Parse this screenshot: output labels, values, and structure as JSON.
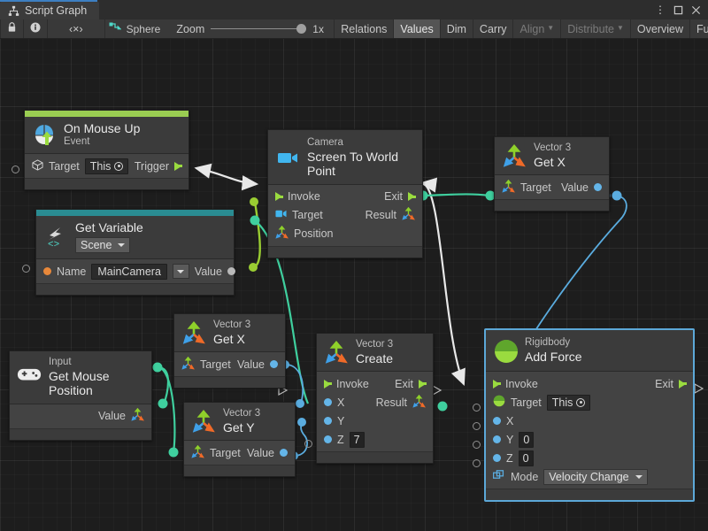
{
  "window": {
    "tab_label": "Script Graph",
    "tab_icon": "script-graph-icon",
    "menu_icon": "kebab-menu-icon",
    "maximize_icon": "maximize-icon",
    "close_icon": "close-icon",
    "accent_color": "#3d7fc1"
  },
  "toolbar": {
    "lock_icon": "lock-icon",
    "info_icon": "info-icon",
    "code_label": "‹×›",
    "object_icon": "graph-object-icon",
    "object_label": "Sphere",
    "zoom_label": "Zoom",
    "zoom_value": "1x",
    "buttons": [
      {
        "label": "Relations",
        "active": false,
        "disabled": false,
        "dropdown": false
      },
      {
        "label": "Values",
        "active": true,
        "disabled": false,
        "dropdown": false
      },
      {
        "label": "Dim",
        "active": false,
        "disabled": false,
        "dropdown": false
      },
      {
        "label": "Carry",
        "active": false,
        "disabled": false,
        "dropdown": false
      },
      {
        "label": "Align",
        "active": false,
        "disabled": true,
        "dropdown": true
      },
      {
        "label": "Distribute",
        "active": false,
        "disabled": true,
        "dropdown": true
      },
      {
        "label": "Overview",
        "active": false,
        "disabled": false,
        "dropdown": false
      },
      {
        "label": "Full Screen",
        "active": false,
        "disabled": false,
        "dropdown": false
      }
    ]
  },
  "nodes": {
    "on_mouse_up": {
      "subtitle": "On Mouse Up",
      "title": "Event",
      "accent": "#9acd52",
      "icon": "mouse-up-event-icon",
      "target_label": "Target",
      "target_value": "This",
      "trigger_label": "Trigger"
    },
    "get_variable": {
      "subtitle": "Get Variable",
      "scope": "Scene",
      "accent": "#2a8c92",
      "icon": "variable-icon",
      "name_label": "Name",
      "name_value": "MainCamera",
      "value_label": "Value"
    },
    "screen_to_world": {
      "subtitle": "Camera",
      "title": "Screen To World Point",
      "icon": "camera-icon",
      "invoke_label": "Invoke",
      "exit_label": "Exit",
      "target_label": "Target",
      "result_label": "Result",
      "position_label": "Position"
    },
    "vector3_getx_right": {
      "subtitle": "Vector 3",
      "title": "Get X",
      "icon": "vector3-icon",
      "target_label": "Target",
      "value_label": "Value"
    },
    "vector3_getx_left": {
      "subtitle": "Vector 3",
      "title": "Get X",
      "icon": "vector3-icon",
      "target_label": "Target",
      "value_label": "Value"
    },
    "vector3_gety_left": {
      "subtitle": "Vector 3",
      "title": "Get Y",
      "icon": "vector3-icon",
      "target_label": "Target",
      "value_label": "Value"
    },
    "input_mouse_position": {
      "subtitle": "Input",
      "title": "Get Mouse Position",
      "icon": "gamepad-icon",
      "value_label": "Value"
    },
    "vector3_create": {
      "subtitle": "Vector 3",
      "title": "Create",
      "icon": "vector3-icon",
      "invoke_label": "Invoke",
      "exit_label": "Exit",
      "x_label": "X",
      "y_label": "Y",
      "z_label": "Z",
      "z_value": "7",
      "result_label": "Result"
    },
    "rigidbody_add_force": {
      "subtitle": "Rigidbody",
      "title": "Add Force",
      "icon": "rigidbody-icon",
      "accent": "#9acd52",
      "invoke_label": "Invoke",
      "exit_label": "Exit",
      "target_label": "Target",
      "target_value": "This",
      "x_label": "X",
      "y_label": "Y",
      "y_value": "0",
      "z_label": "Z",
      "z_value": "0",
      "mode_label": "Mode",
      "mode_value": "Velocity Change",
      "selected": true
    }
  },
  "colors": {
    "control_flow_edge": "#e8e8e8",
    "gameobject_edge": "#9acd32",
    "vector_edge": "#3fcf9e",
    "float_edge": "#5aacdf",
    "node_bg": "#3b3b3b",
    "canvas_bg": "#1d1d1d"
  }
}
